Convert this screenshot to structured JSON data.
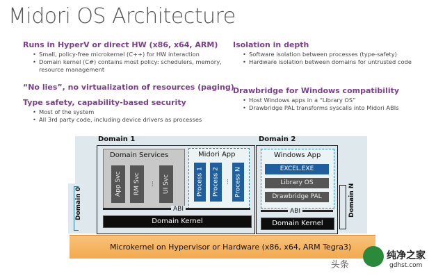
{
  "title": "Midori OS Architecture",
  "left_sections": [
    {
      "heading": "Runs in HyperV or direct HW (x86, x64, ARM)",
      "bullets": [
        "Small, policy-free microkernel (C++) for HW interaction",
        "Domain kernel (C#) contains most policy: schedulers, memory, resource management"
      ]
    },
    {
      "heading": "“No lies”, no virtualization of resources (paging)",
      "bullets": []
    },
    {
      "heading": "Type safety,  capability-based security",
      "bullets": [
        "Most of the system",
        "All 3rd party code, including device drivers as processes"
      ]
    }
  ],
  "right_sections": [
    {
      "heading": "Isolation in depth",
      "bullets": [
        "Software isolation between processes (type-safety)",
        "Hardware isolation between domains for untrusted code"
      ]
    },
    {
      "heading": "Drawbridge for Windows compatibility",
      "bullets": [
        "Host Windows apps in a “Library OS”",
        "Drawbridge PAL transforms syscalls into Midori ABIs"
      ]
    }
  ],
  "diagram": {
    "domain1": "Domain 1",
    "domain2": "Domain 2",
    "domain0": "Domain 0",
    "domainN": "Domain N",
    "domain_services": "Domain Services",
    "services": [
      "App Svc",
      "RM Svc",
      "...",
      "UI Svc"
    ],
    "midori_app": "Midori App",
    "processes": [
      "Process 1",
      "Process 2",
      "...",
      "Process N"
    ],
    "abi": "ABI",
    "domain_kernel": "Domain Kernel",
    "windows_app": "Windows App",
    "excel": "EXCEL.EXE",
    "library_os": "Library OS",
    "drawbridge_pal": "Drawbridge PAL",
    "microkernel": "Microkernel on Hypervisor or Hardware (x86, x64, ARM Tegra3)"
  },
  "watermark": {
    "text1": "头条",
    "text2": "纯净之家",
    "url": "gdhst.com"
  },
  "colors": {
    "heading": "#7a3f8a",
    "process_blue": "#1f5f9e",
    "microkernel_orange": "#f5b35c"
  }
}
